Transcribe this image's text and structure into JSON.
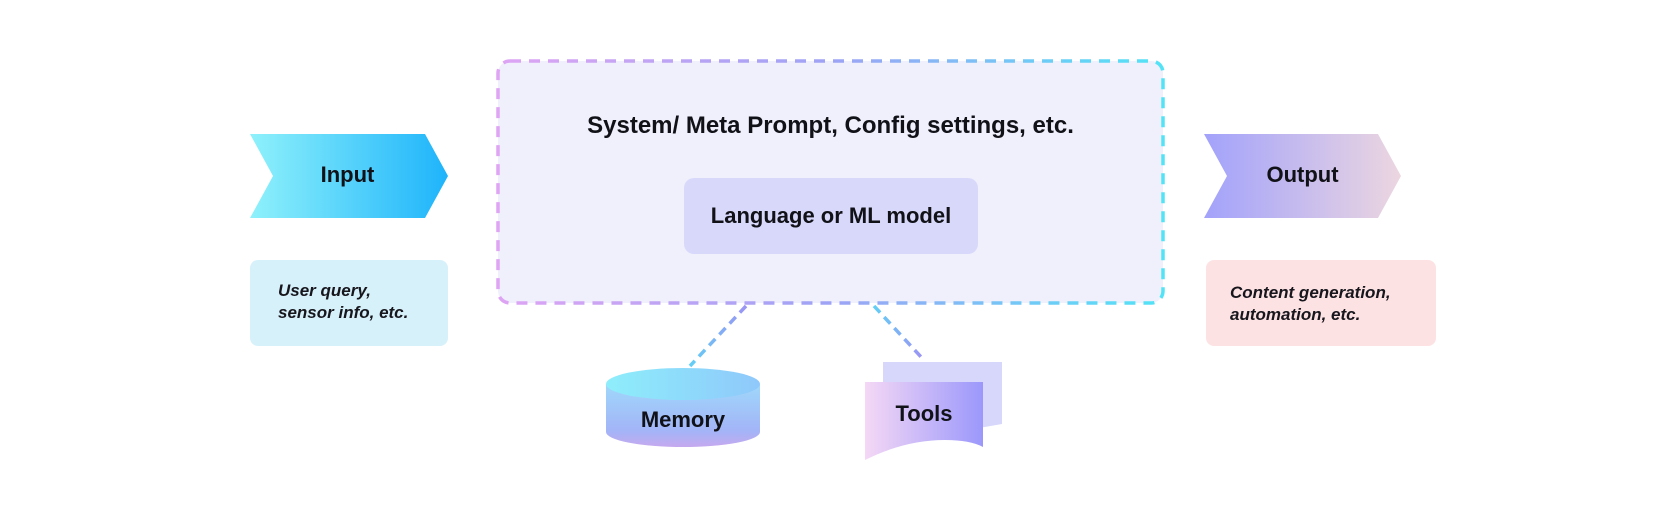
{
  "diagram": {
    "system_box": {
      "label": "System/ Meta Prompt, Config settings, etc."
    },
    "model_box": {
      "label": "Language or ML model"
    },
    "input": {
      "label": "Input",
      "note_lines": [
        "User query,",
        "sensor info, etc."
      ]
    },
    "output": {
      "label": "Output",
      "note_lines": [
        "Content generation,",
        "automation, etc."
      ]
    },
    "memory": {
      "label": "Memory"
    },
    "tools": {
      "label": "Tools"
    }
  },
  "colors": {
    "system_fill": "#f0f0fc",
    "model_fill": "#d8d8fb",
    "input_gradient": [
      "#8ff1fb",
      "#1eb4fb"
    ],
    "output_gradient": [
      "#a2a2fb",
      "#ecd6e0"
    ],
    "input_note_fill": "#d7f1fb",
    "output_note_fill": "#fde2e4",
    "dash_border_gradient": [
      "#dfa4f4",
      "#9ea3f5",
      "#52e3f6"
    ],
    "connector_gradient": [
      "#9c94f4",
      "#62cff6"
    ],
    "memory_gradient": [
      "#8eeefb",
      "#a0a8f7",
      "#c6a9ef"
    ],
    "tools_back_fill": "#d7d7fb",
    "tools_front_gradient": [
      "#f5d8f5",
      "#9b98fb"
    ]
  }
}
